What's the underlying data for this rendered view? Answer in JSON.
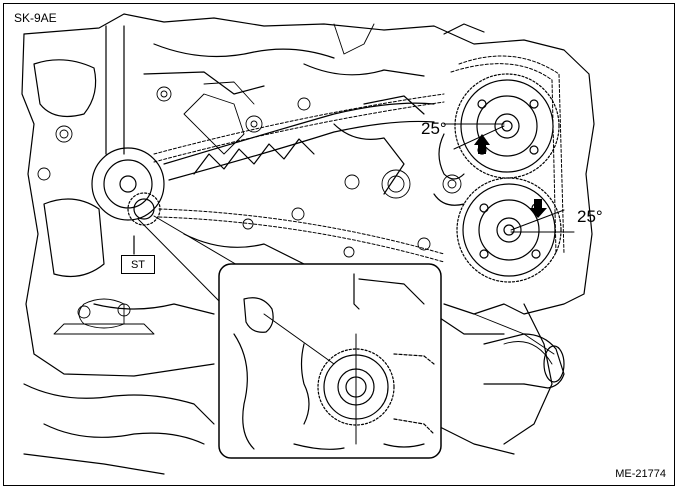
{
  "figure": {
    "sheet_code": "SK-9AE",
    "figure_id": "ME-21774",
    "tool_label": "ST",
    "angle_upper": "25°",
    "angle_lower": "25°"
  }
}
